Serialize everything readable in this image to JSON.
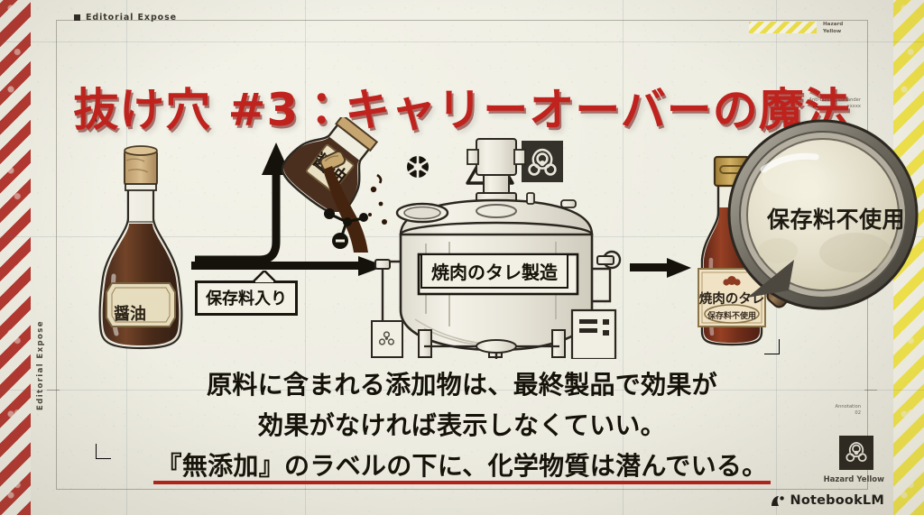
{
  "header": {
    "label": "Editorial Expose",
    "side_label": "Editorial Expose",
    "swatch_caption": "Hazard Yellow",
    "micro_right_top": "Anti-bulking coriander\nxxxxx",
    "micro_right_mid": "Annotation\n02"
  },
  "title": "抜け穴 #3：キャリーオーバーの魔法",
  "scene": {
    "soy_bottle_label": "醤油",
    "preservative_callout": "保存料入り",
    "tank_label": "焼肉のタレ製造",
    "product_bottle_label": "焼肉のタレ",
    "product_bottle_sub": "保存料不使用",
    "magnifier_text": "保存料不使用",
    "warning_icon": "warning-triangle-icon",
    "biohazard_icon": "biohazard-icon",
    "molecule_icon": "molecule-icon"
  },
  "statement": {
    "line1": "原料に含まれる添加物は、最終製品で効果が",
    "line2": "効果がなければ表示しなくていい。",
    "line3": "『無添加』のラベルの下に、化学物質は潜んでいる。"
  },
  "footer": {
    "hazard_caption": "Hazard Yellow",
    "brand": "NotebookLM"
  },
  "colors": {
    "title_red": "#c0221d",
    "underline_red": "#b5201b",
    "paper": "#efeee4",
    "ink": "#141209",
    "hazard_yellow": "#f0e24a",
    "hazard_red": "#b02a23"
  }
}
